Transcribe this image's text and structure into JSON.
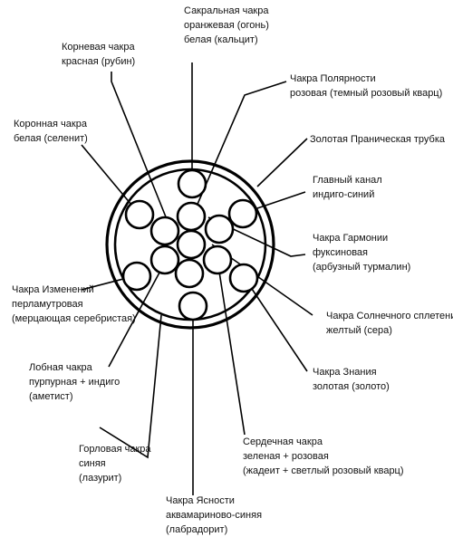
{
  "colors": {
    "stroke": "#000000",
    "text": "#111111",
    "background": "#ffffff"
  },
  "labels": {
    "sacral": [
      "Сакральная чакра",
      "оранжевая (огонь)",
      "белая (кальцит)"
    ],
    "root": [
      "Корневая чакра",
      "красная (рубин)"
    ],
    "polarity": [
      "Чакра Полярности",
      "розовая (темный розовый кварц)"
    ],
    "crown": [
      "Коронная чакра",
      "белая (селенит)"
    ],
    "pranic_tube": [
      "Золотая Праническая трубка"
    ],
    "main_channel": [
      "Главный канал",
      "индиго-синий"
    ],
    "harmony": [
      "Чакра Гармонии",
      "фуксиновая",
      "(арбузный турмалин)"
    ],
    "change": [
      "Чакра Изменений",
      "перламутровая",
      "(мерцающая серебристая)"
    ],
    "solar": [
      "Чакра Солнечного сплетения",
      "желтый (сера)"
    ],
    "frontal": [
      "Лобная чакра",
      "пурпурная + индиго",
      "(аметист)"
    ],
    "knowledge": [
      "Чакра Знания",
      "золотая (золото)"
    ],
    "throat": [
      "Горловая чакра",
      "синяя",
      "(лазурит)"
    ],
    "heart": [
      "Сердечная чакра",
      "зеленая + розовая",
      "(жадеит + светлый розовый кварц)"
    ],
    "clarity": [
      "Чакра Ясности",
      "аквамариново-синяя",
      "(лабрадорит)"
    ]
  }
}
